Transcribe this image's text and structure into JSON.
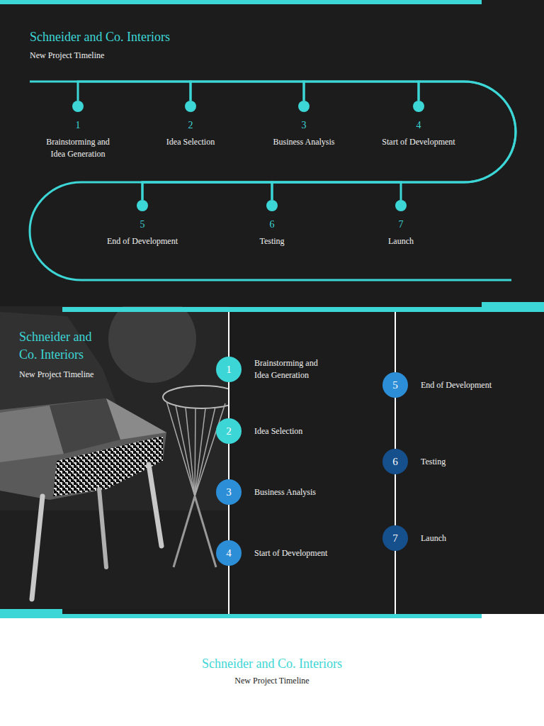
{
  "diagram": {
    "title": "Schneider and Co. Interiors",
    "nodes": [
      {
        "text": [
          "1",
          "Brainstorming and Idea Generation"
        ]
      },
      {
        "text": [
          "2",
          "Idea Selection"
        ]
      },
      {
        "text": [
          "3",
          "Business Analysis"
        ]
      },
      {
        "text": [
          "4",
          "Start of Development"
        ]
      },
      {
        "text": [
          "5",
          "End of Development"
        ]
      },
      {
        "text": [
          "6",
          "Testing"
        ]
      },
      {
        "text": [
          "7",
          "Launch"
        ]
      },
      {
        "text": [
          "1",
          "Brainstorming and Idea Generation"
        ]
      },
      {
        "text": [
          "2",
          "Idea Selection"
        ]
      },
      {
        "text": [
          "3",
          "Business Analysis"
        ]
      },
      {
        "text": [
          "4",
          "Start of Development"
        ]
      },
      {
        "text": [
          "5",
          "End of Development"
        ]
      },
      {
        "text": [
          "6",
          "Testing"
        ]
      },
      {
        "text": [
          "7",
          "Launch"
        ]
      }
    ],
    "edges": [
      {
        "from": 0,
        "to": 1,
        "arrow": "none"
      },
      {
        "from": 1,
        "to": 2,
        "arrow": "none"
      },
      {
        "from": 2,
        "to": 3,
        "arrow": "none"
      },
      {
        "from": 3,
        "to": 4,
        "arrow": "none"
      },
      {
        "from": 4,
        "to": 5,
        "arrow": "none"
      },
      {
        "from": 5,
        "to": 6,
        "arrow": "none"
      },
      {
        "from": 7,
        "to": 8,
        "arrow": "none"
      },
      {
        "from": 8,
        "to": 9,
        "arrow": "none"
      },
      {
        "from": 9,
        "to": 10,
        "arrow": "none"
      },
      {
        "from": 11,
        "to": 12,
        "arrow": "none"
      },
      {
        "from": 12,
        "to": 13,
        "arrow": "none"
      }
    ],
    "labels": [
      "New Project Timeline",
      "Schneider and Co. Interiors",
      "New Project Timeline",
      "Schneider and Co. Interiors",
      "New Project Timeline"
    ]
  }
}
